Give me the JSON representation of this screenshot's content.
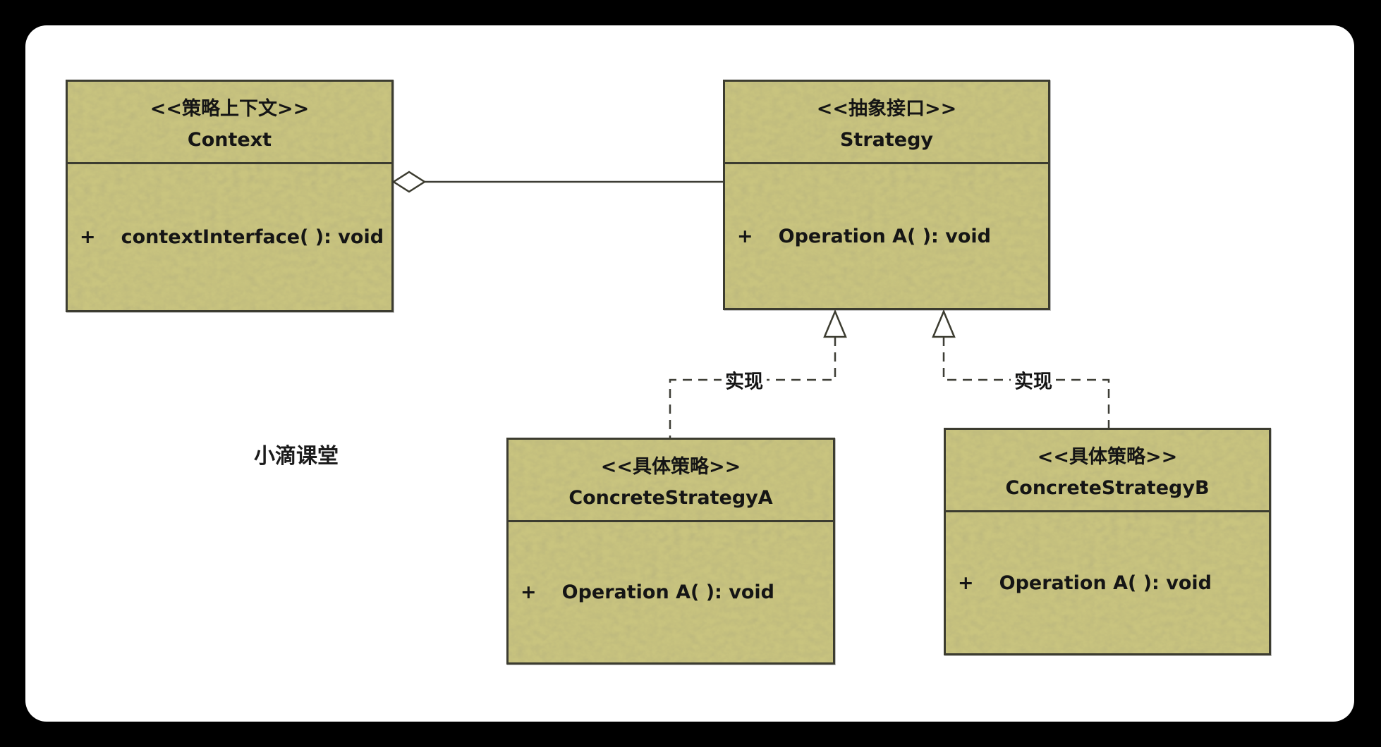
{
  "diagram": {
    "watermark": "小滴课堂",
    "classes": {
      "context": {
        "stereotype": "<<策略上下文>>",
        "name": "Context",
        "method_visibility": "+",
        "method_signature": "contextInterface( ): void"
      },
      "strategy": {
        "stereotype": "<<抽象接口>>",
        "name": "Strategy",
        "method_visibility": "+",
        "method_signature": "Operation A( ): void"
      },
      "concrete_a": {
        "stereotype": "<<具体策略>>",
        "name": "ConcreteStrategyA",
        "method_visibility": "+",
        "method_signature": "Operation A( ): void"
      },
      "concrete_b": {
        "stereotype": "<<具体策略>>",
        "name": "ConcreteStrategyB",
        "method_visibility": "+",
        "method_signature": "Operation A( ): void"
      }
    },
    "relations": {
      "aggregation": {
        "type": "aggregation",
        "from": "Strategy",
        "to": "Context",
        "label": ""
      },
      "realization_a": {
        "type": "realization",
        "from": "ConcreteStrategyA",
        "to": "Strategy",
        "label": "实现"
      },
      "realization_b": {
        "type": "realization",
        "from": "ConcreteStrategyB",
        "to": "Strategy",
        "label": "实现"
      }
    },
    "colors": {
      "box_fill": "#c9c47f",
      "box_border": "#3c3c30",
      "connector": "#3e3e36",
      "canvas_bg": "#ffffff",
      "frame_bg": "#000000"
    }
  }
}
